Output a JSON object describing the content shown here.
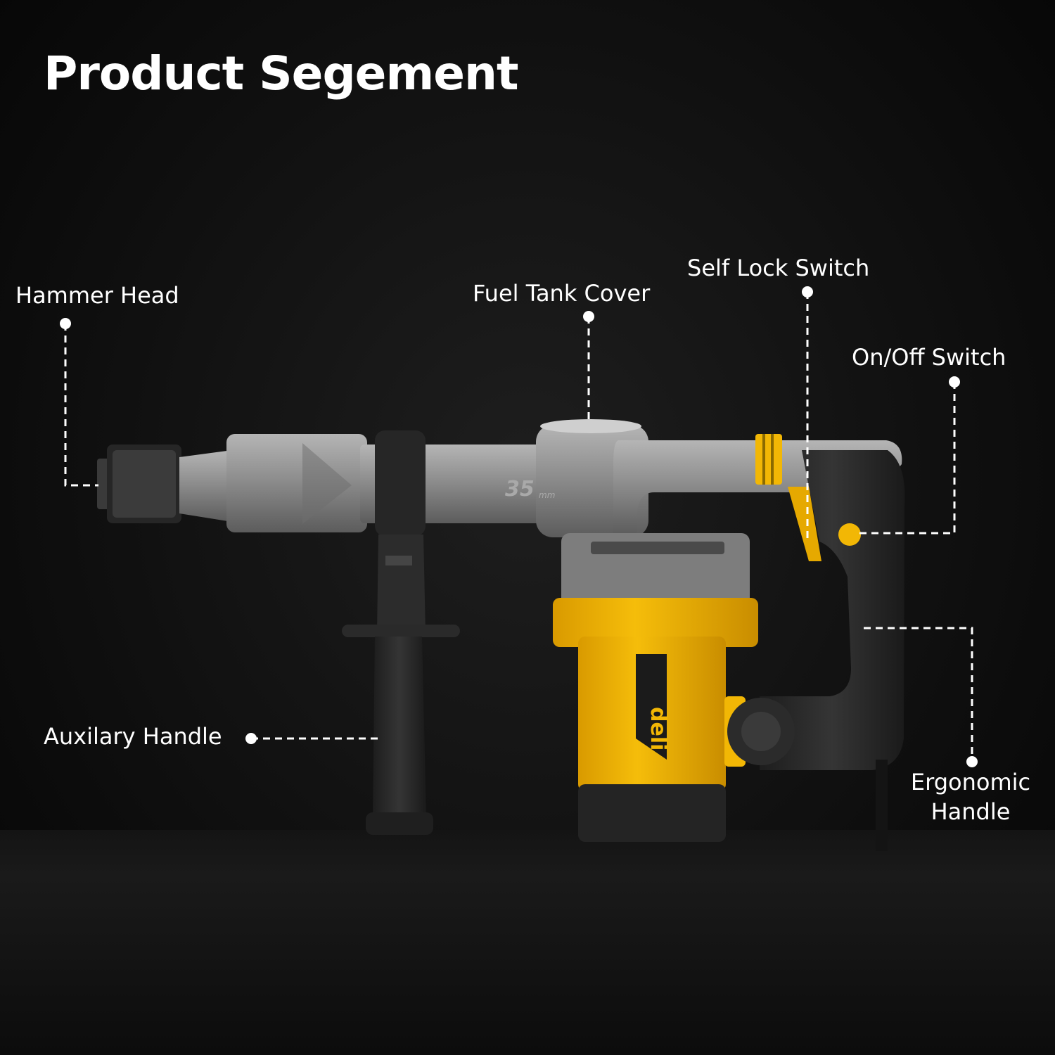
{
  "title": "Product Segement",
  "brand": {
    "logo_text": "deli",
    "bore_size": "35",
    "bore_unit": "mm"
  },
  "callouts": [
    {
      "id": "hammer-head",
      "label": "Hammer Head"
    },
    {
      "id": "fuel-tank-cover",
      "label": "Fuel Tank Cover"
    },
    {
      "id": "self-lock-switch",
      "label": "Self Lock Switch"
    },
    {
      "id": "on-off-switch",
      "label": "On/Off Switch"
    },
    {
      "id": "auxiliary-handle",
      "label": "Auxilary Handle"
    },
    {
      "id": "ergonomic-handle",
      "label": "Ergonomic Handle"
    }
  ],
  "colors": {
    "accent_yellow": "#f2b705",
    "body_grey": "#8a8a8a",
    "handle_black": "#2a2a2a",
    "background": "#111111",
    "text": "#ffffff"
  }
}
